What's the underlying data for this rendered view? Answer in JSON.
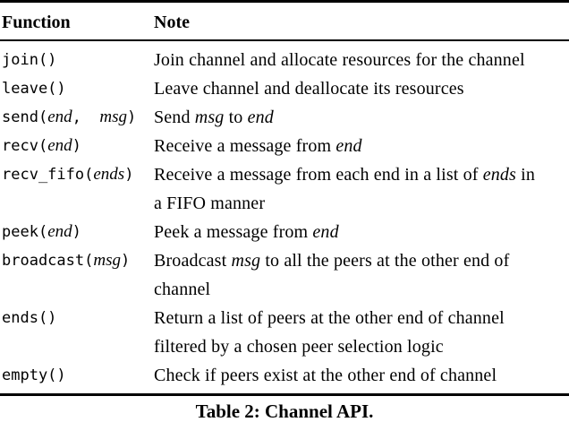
{
  "colors": {
    "text": "#000000",
    "background": "#ffffff",
    "rule": "#000000"
  },
  "table": {
    "headers": [
      {
        "label": "Function"
      },
      {
        "label": "Note"
      }
    ],
    "rows": [
      {
        "function": [
          {
            "t": "join()",
            "s": "mono"
          }
        ],
        "note": [
          {
            "t": "Join channel and allocate resources for the channel",
            "s": "rm"
          }
        ]
      },
      {
        "function": [
          {
            "t": "leave()",
            "s": "mono"
          }
        ],
        "note": [
          {
            "t": "Leave channel and deallocate its resources",
            "s": "rm"
          }
        ]
      },
      {
        "function": [
          {
            "t": "send(",
            "s": "mono"
          },
          {
            "t": "end",
            "s": "it"
          },
          {
            "t": ",  ",
            "s": "mono"
          },
          {
            "t": "msg",
            "s": "it"
          },
          {
            "t": ")",
            "s": "mono"
          }
        ],
        "note": [
          {
            "t": "Send ",
            "s": "rm"
          },
          {
            "t": "msg",
            "s": "it"
          },
          {
            "t": " to ",
            "s": "rm"
          },
          {
            "t": "end",
            "s": "it"
          }
        ]
      },
      {
        "function": [
          {
            "t": "recv(",
            "s": "mono"
          },
          {
            "t": "end",
            "s": "it"
          },
          {
            "t": ")",
            "s": "mono"
          }
        ],
        "note": [
          {
            "t": "Receive a message from ",
            "s": "rm"
          },
          {
            "t": "end",
            "s": "it"
          }
        ]
      },
      {
        "function": [
          {
            "t": "recv_fifo(",
            "s": "mono"
          },
          {
            "t": "ends",
            "s": "it"
          },
          {
            "t": ")",
            "s": "mono"
          }
        ],
        "note": [
          {
            "t": "Receive a message from each end in a list of ",
            "s": "rm"
          },
          {
            "t": "ends",
            "s": "it"
          },
          {
            "t": " in",
            "s": "rm"
          },
          {
            "br": true
          },
          {
            "t": "a FIFO manner",
            "s": "rm"
          }
        ]
      },
      {
        "function": [
          {
            "t": "peek(",
            "s": "mono"
          },
          {
            "t": "end",
            "s": "it"
          },
          {
            "t": ")",
            "s": "mono"
          }
        ],
        "note": [
          {
            "t": "Peek a message from ",
            "s": "rm"
          },
          {
            "t": "end",
            "s": "it"
          }
        ]
      },
      {
        "function": [
          {
            "t": "broadcast(",
            "s": "mono"
          },
          {
            "t": "msg",
            "s": "it"
          },
          {
            "t": ")",
            "s": "mono"
          }
        ],
        "note": [
          {
            "t": "Broadcast ",
            "s": "rm"
          },
          {
            "t": "msg",
            "s": "it"
          },
          {
            "t": " to all the peers at the other end of",
            "s": "rm"
          },
          {
            "br": true
          },
          {
            "t": "channel",
            "s": "rm"
          }
        ]
      },
      {
        "function": [
          {
            "t": "ends()",
            "s": "mono"
          }
        ],
        "note": [
          {
            "t": "Return a list of peers at the other end of channel",
            "s": "rm"
          },
          {
            "br": true
          },
          {
            "t": "filtered by a chosen peer selection logic",
            "s": "rm"
          }
        ]
      },
      {
        "function": [
          {
            "t": "empty()",
            "s": "mono"
          }
        ],
        "note": [
          {
            "t": "Check if peers exist at the other end of channel",
            "s": "rm"
          }
        ]
      }
    ],
    "caption": "Table 2: Channel API."
  }
}
